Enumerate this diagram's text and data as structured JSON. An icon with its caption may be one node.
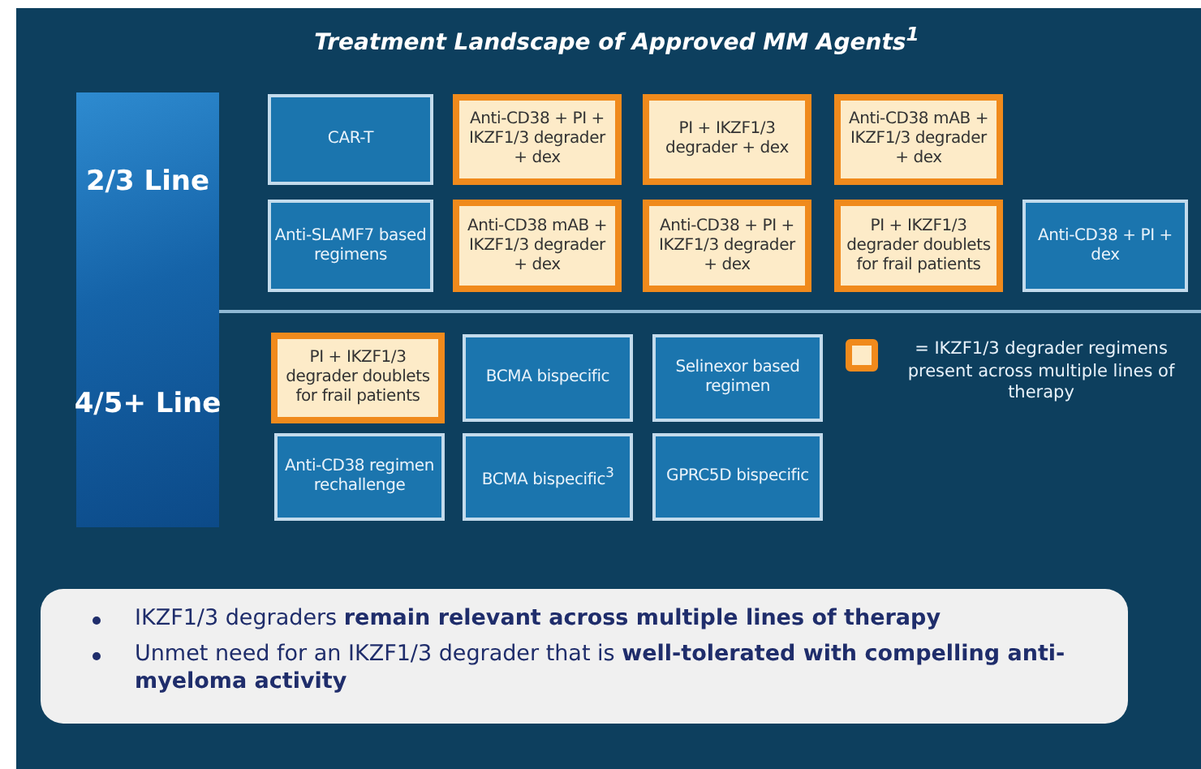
{
  "diagram": {
    "title": "Treatment Landscape of Approved MM Agents$^{1}$",
    "nodes": [
      {
        "text": [
          "2/3 Line",
          "4/5+ Line"
        ]
      },
      {
        "text": [
          "CAR-T"
        ]
      },
      {
        "text": [
          "Anti-CD38 + PI + IKZF1/3 degrader + dex"
        ]
      },
      {
        "text": [
          "PI + IKZF1/3 degrader + dex"
        ]
      },
      {
        "text": [
          "Anti-CD38 mAB + IKZF1/3 degrader + dex"
        ]
      },
      {
        "text": [
          "Anti-SLAMF7 based regimens"
        ]
      },
      {
        "text": [
          "Anti-CD38 mAB + IKZF1/3 degrader + dex"
        ]
      },
      {
        "text": [
          "Anti-CD38 + PI + IKZF1/3 degrader + dex"
        ]
      },
      {
        "text": [
          "PI + IKZF1/3 degrader doublets for frail patients"
        ]
      },
      {
        "text": [
          "Anti-CD38 + PI + dex"
        ]
      },
      {
        "text": [
          "PI + IKZF1/3 degrader doublets for frail patients"
        ]
      },
      {
        "text": [
          "BCMA bispecific"
        ]
      },
      {
        "text": [
          "Selinexor based regimen"
        ]
      },
      {
        "text": [
          "Anti-CD38 regimen rechallenge"
        ]
      },
      {
        "text": [
          "BCMA bispecific$^{3}$"
        ]
      },
      {
        "text": [
          "GPRC5D bispecific"
        ]
      },
      {
        "text": [
          "IKZF1/3 degraders **remain relevant across multiple lines of therapy**",
          "Unmet need for an IKZF1/3 degrader that is **well-tolerated with compelling anti-myeloma activity**"
        ]
      }
    ],
    "legend": [
      {
        "text": "= IKZF1/3 degrader regimens present across multiple lines of therapy",
        "color": "#fdebc8"
      }
    ]
  }
}
